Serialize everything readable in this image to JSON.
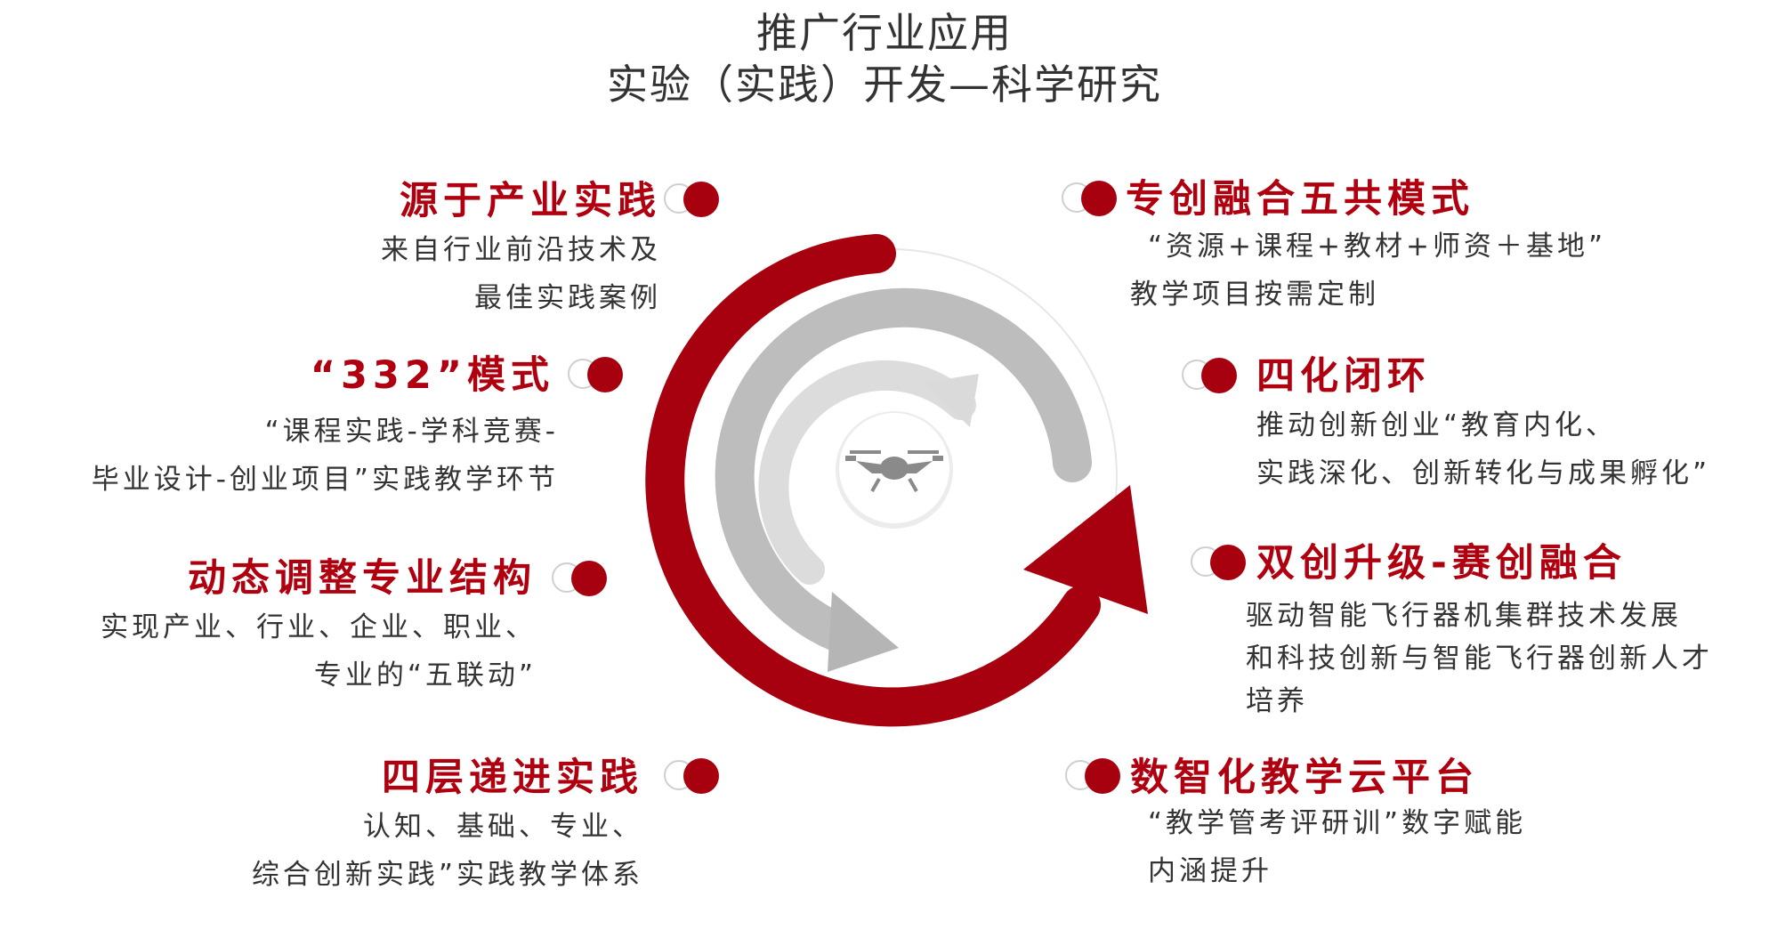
{
  "header": {
    "line1": "推广行业应用",
    "line2": "实验（实践）开发—科学研究"
  },
  "left_items": [
    {
      "title": "源于产业实践",
      "lines": [
        "来自行业前沿技术及",
        "最佳实践案例"
      ]
    },
    {
      "title": "“332”模式",
      "lines": [
        "“课程实践-学科竞赛-",
        "毕业设计-创业项目”实践教学环节"
      ]
    },
    {
      "title": "动态调整专业结构",
      "lines": [
        "实现产业、行业、企业、职业、",
        "专业的“五联动”"
      ]
    },
    {
      "title": "四层递进实践",
      "lines": [
        "认知、基础、专业、",
        "综合创新实践”实践教学体系"
      ]
    }
  ],
  "right_items": [
    {
      "title": "专创融合五共模式",
      "lines": [
        "“资源+课程+教材+师资＋基地”",
        "教学项目按需定制"
      ]
    },
    {
      "title": "四化闭环",
      "lines": [
        "推动创新创业“教育内化、",
        "实践深化、创新转化与成果孵化”"
      ]
    },
    {
      "title": "双创升级-赛创融合",
      "lines": [
        "驱动智能飞行器机集群技术发展",
        "和科技创新与智能飞行器创新人才",
        "培养"
      ]
    },
    {
      "title": "数智化教学云平台",
      "lines": [
        "“教学管考评研训”数字赋能",
        "内涵提升"
      ]
    }
  ],
  "center": {
    "icon": "drone-icon"
  },
  "colors": {
    "accent": "#a7000f",
    "title": "#b0000f",
    "gray_arc": "#bdbdbd",
    "light_arc": "#dcdcdc",
    "text": "#333333"
  }
}
